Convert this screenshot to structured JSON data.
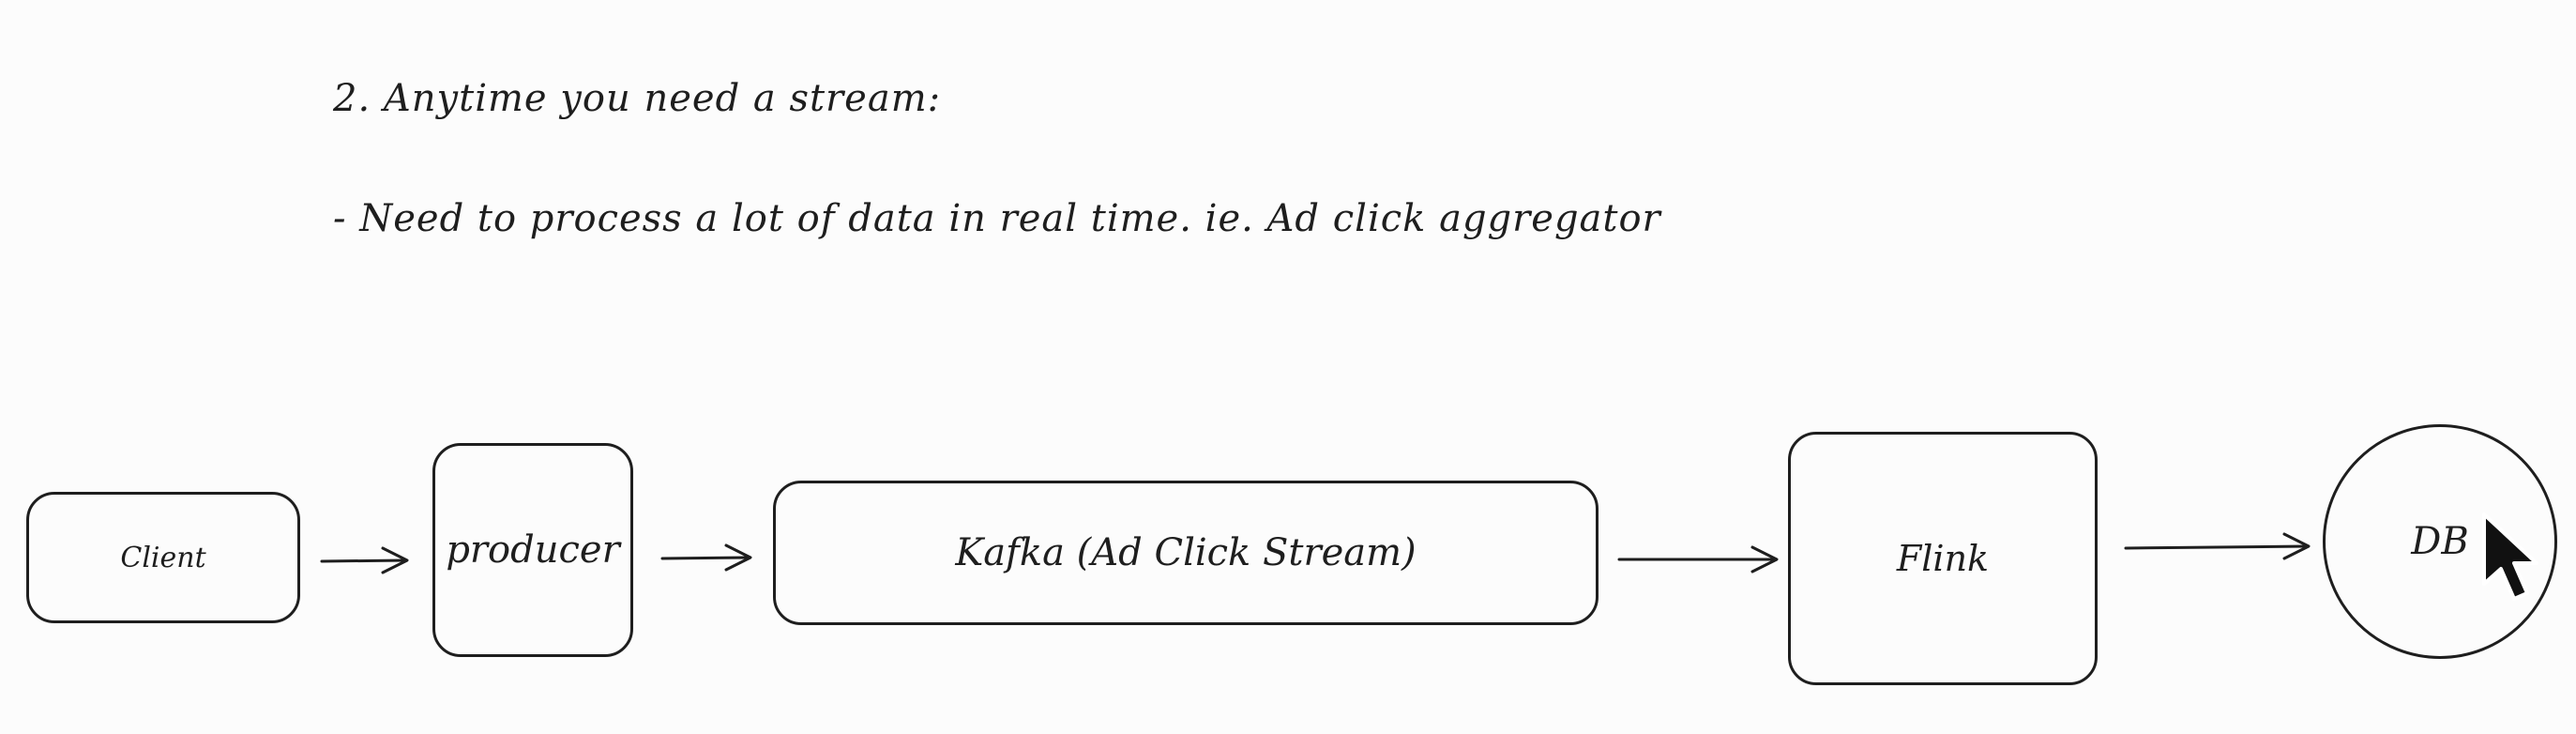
{
  "notes": {
    "heading": "2. Anytime you need a stream:",
    "bullet": "- Need to process a lot of data in real time. ie. Ad click aggregator"
  },
  "nodes": {
    "client": "Client",
    "producer": "producer",
    "kafka": "Kafka (Ad Click Stream)",
    "flink": "Flink",
    "db": "DB"
  },
  "icons": {
    "cursor": "mouse-pointer-icon"
  },
  "colors": {
    "stroke": "#1e1e1e",
    "background": "#fcfcfc"
  }
}
